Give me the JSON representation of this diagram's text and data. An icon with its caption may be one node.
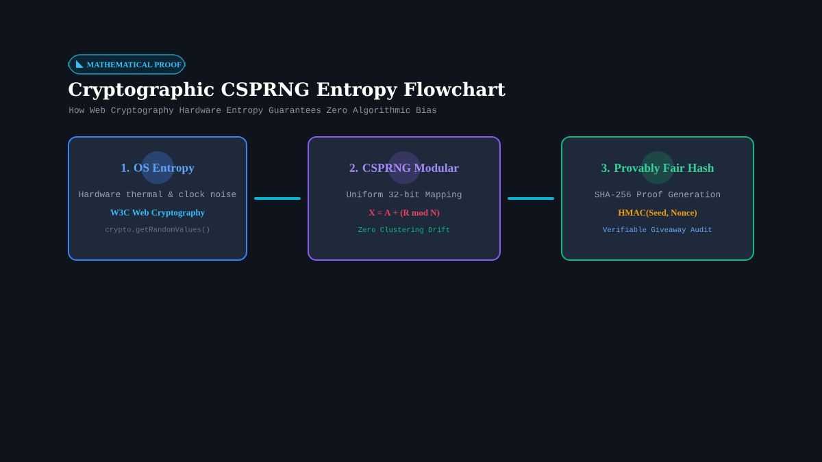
{
  "diagram": {
    "title": "Cryptographic CSPRNG Entropy Flowchart",
    "nodes": [
      {
        "text": [
          "1. OS Entropy",
          "Hardware thermal & clock noise",
          "W3C Web Cryptography",
          "crypto.getRandomValues()"
        ]
      },
      {
        "text": [
          "2. CSPRNG Modular",
          "Uniform 32-bit Mapping",
          "X = A + (R mod N)",
          "Zero Clustering Drift"
        ]
      },
      {
        "text": [
          "3. Provably Fair Hash",
          "SHA-256 Proof Generation",
          "HMAC(Seed, Nonce)",
          "Verifiable Giveaway Audit"
        ]
      }
    ],
    "edges": [
      {
        "from": 0,
        "to": 1,
        "arrow": "none"
      },
      {
        "from": 1,
        "to": 2,
        "arrow": "none"
      }
    ],
    "labels": [
      "MATHEMATICAL PROOF",
      "How Web Cryptography Hardware Entropy Guarantees Zero Algorithmic Bias"
    ]
  }
}
